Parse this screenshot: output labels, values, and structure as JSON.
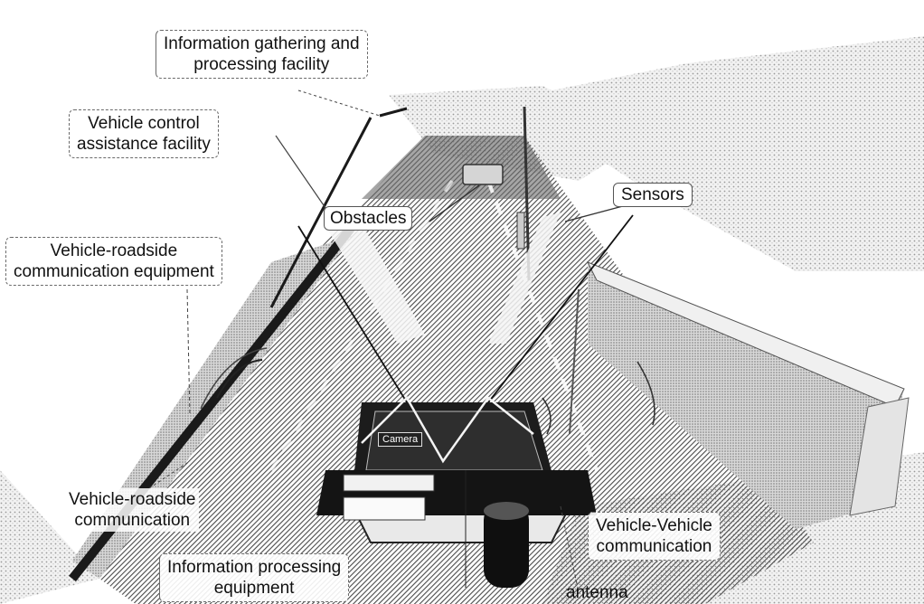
{
  "labels": {
    "info_gathering": [
      "Information gathering and",
      "processing facility"
    ],
    "vehicle_control": [
      "Vehicle control",
      "assistance facility"
    ],
    "obstacles": "Obstacles",
    "sensors": "Sensors",
    "vr_equipment": [
      "Vehicle-roadside",
      "communication equipment"
    ],
    "vr_communication": [
      "Vehicle-roadside",
      "communication"
    ],
    "info_processing": [
      "Information processing",
      "equipment"
    ],
    "vv_communication": [
      "Vehicle-Vehicle",
      "communication"
    ],
    "antenna": "antenna",
    "camera": "Camera"
  }
}
